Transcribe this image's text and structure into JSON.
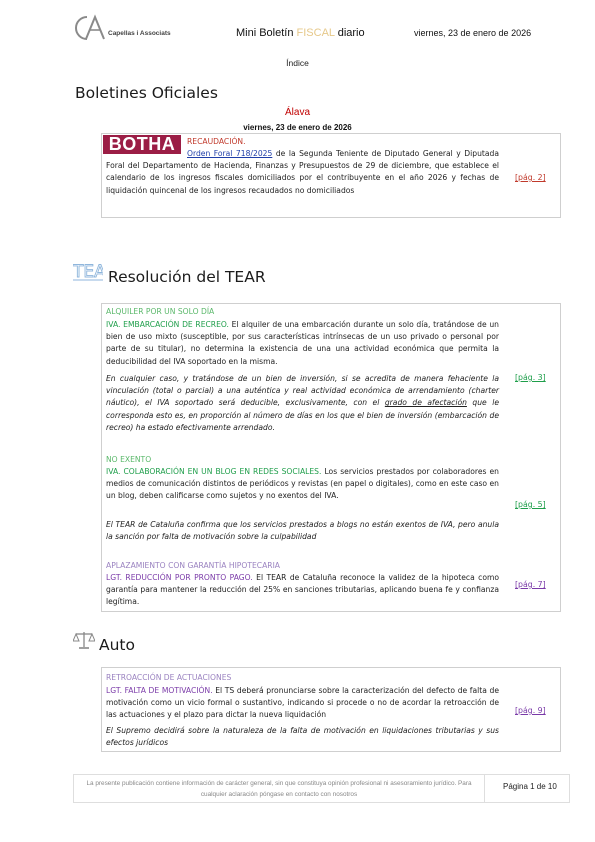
{
  "header": {
    "brand": "Capellas i Associats",
    "title_prefix": "Mini Boletín ",
    "title_highlight": "FISCAL",
    "title_suffix": " diario",
    "date": "viernes, 23 de enero de 2026"
  },
  "index_label": "Índice",
  "boletines": {
    "heading": "Boletines Oficiales",
    "region": "Álava",
    "date": "viernes, 23 de enero de 2026",
    "badge": "BOTHA",
    "entry": {
      "category": "RECAUDACIÓN.",
      "link": "Orden Foral 718/2025",
      "text": " de la Segunda Teniente de Diputado General y Diputada Foral del Departamento de Hacienda, Finanzas y Presupuestos de 29 de diciembre, que establece el calendario de los ingresos fiscales domiciliados por el contribuyente en el año 2026 y fechas de liquidación quincenal de los ingresos recaudados no domiciliados",
      "page": "[pág. 2]"
    }
  },
  "tear": {
    "icon_text": "TEA",
    "heading": "Resolución del TEAR",
    "entries": [
      {
        "category": "ALQUILER POR UN SOLO DÍA",
        "title": "IVA. EMBARCACIÓN DE RECREO.",
        "text": "  El alquiler de una embarcación durante un solo día, tratándose de un bien de uso mixto (susceptible, por sus características intrínsecas de un uso privado o personal por parte de su titular), no determina la existencia de una una actividad económica que permita la deducibilidad del IVA soportado en la misma.",
        "italic_a": "En cualquier caso, y tratándose de un bien de inversión, si se acredita de manera fehaciente la vinculación (total o parcial) a una auténtica y real  actividad económica de arrendamiento (charter náutico), el IVA soportado será deducible, exclusivamente, con el ",
        "italic_ul": "grado de afectación",
        "italic_b": " que le corresponda esto es, en proporción al número de días en los que el bien de inversión (embarcación de recreo) ha estado efectivamente arrendado.",
        "page": "[pág. 3]"
      },
      {
        "category": "NO EXENTO",
        "title": "IVA. COLABORACIÓN EN UN BLOG EN REDES SOCIALES.",
        "text": "  Los servicios prestados por colaboradores en medios de comunicación distintos de periódicos y revistas (en papel o digitales), como en este caso en un blog, deben calificarse como sujetos y no exentos del IVA.",
        "italic": "El TEAR de Cataluña confirma que los servicios prestados a blogs no están exentos de IVA, pero anula la sanción por falta de motivación sobre la culpabilidad",
        "page": "[pág. 5]"
      },
      {
        "category": "APLAZAMIENTO CON GARANTÍA HIPOTECARIA",
        "title": "LGT. REDUCCIÓN POR PRONTO PAGO.",
        "text": "  El TEAR de Cataluña reconoce la validez de la hipoteca como garantía para mantener la reducción del 25% en sanciones tributarias, aplicando buena fe y confianza legítima.",
        "page": "[pág. 7]"
      }
    ]
  },
  "auto": {
    "heading": "Auto",
    "entry": {
      "category": "RETROACCIÓN DE ACTUACIONES",
      "title": "LGT. FALTA DE MOTIVACIÓN.",
      "text": "  El TS deberá pronunciarse sobre la caracterización del defecto de falta de motivación como un vicio formal o sustantivo, indicando si procede o no de acordar la retroacción de las actuaciones y el plazo para dictar la nueva liquidación",
      "italic": "El Supremo decidirá sobre la naturaleza de la falta de motivación en liquidaciones tributarias y sus efectos jurídicos",
      "page": "[pág. 9]"
    }
  },
  "footer": {
    "disclaimer": "La presente publicación contiene información de carácter general, sin que constituya opinión profesional ni asesoramiento jurídico. Para cualquier aclaración póngase en contacto con nosotros",
    "page_label": "Página 1 de 10"
  },
  "colors": {
    "botha": "#9b1d45",
    "region": "#c00000",
    "page_ref_red": "#c0392b",
    "tear_green": "#1e9e4a",
    "auto_purple": "#7a3aa8",
    "fiscal": "#e6c88a"
  }
}
